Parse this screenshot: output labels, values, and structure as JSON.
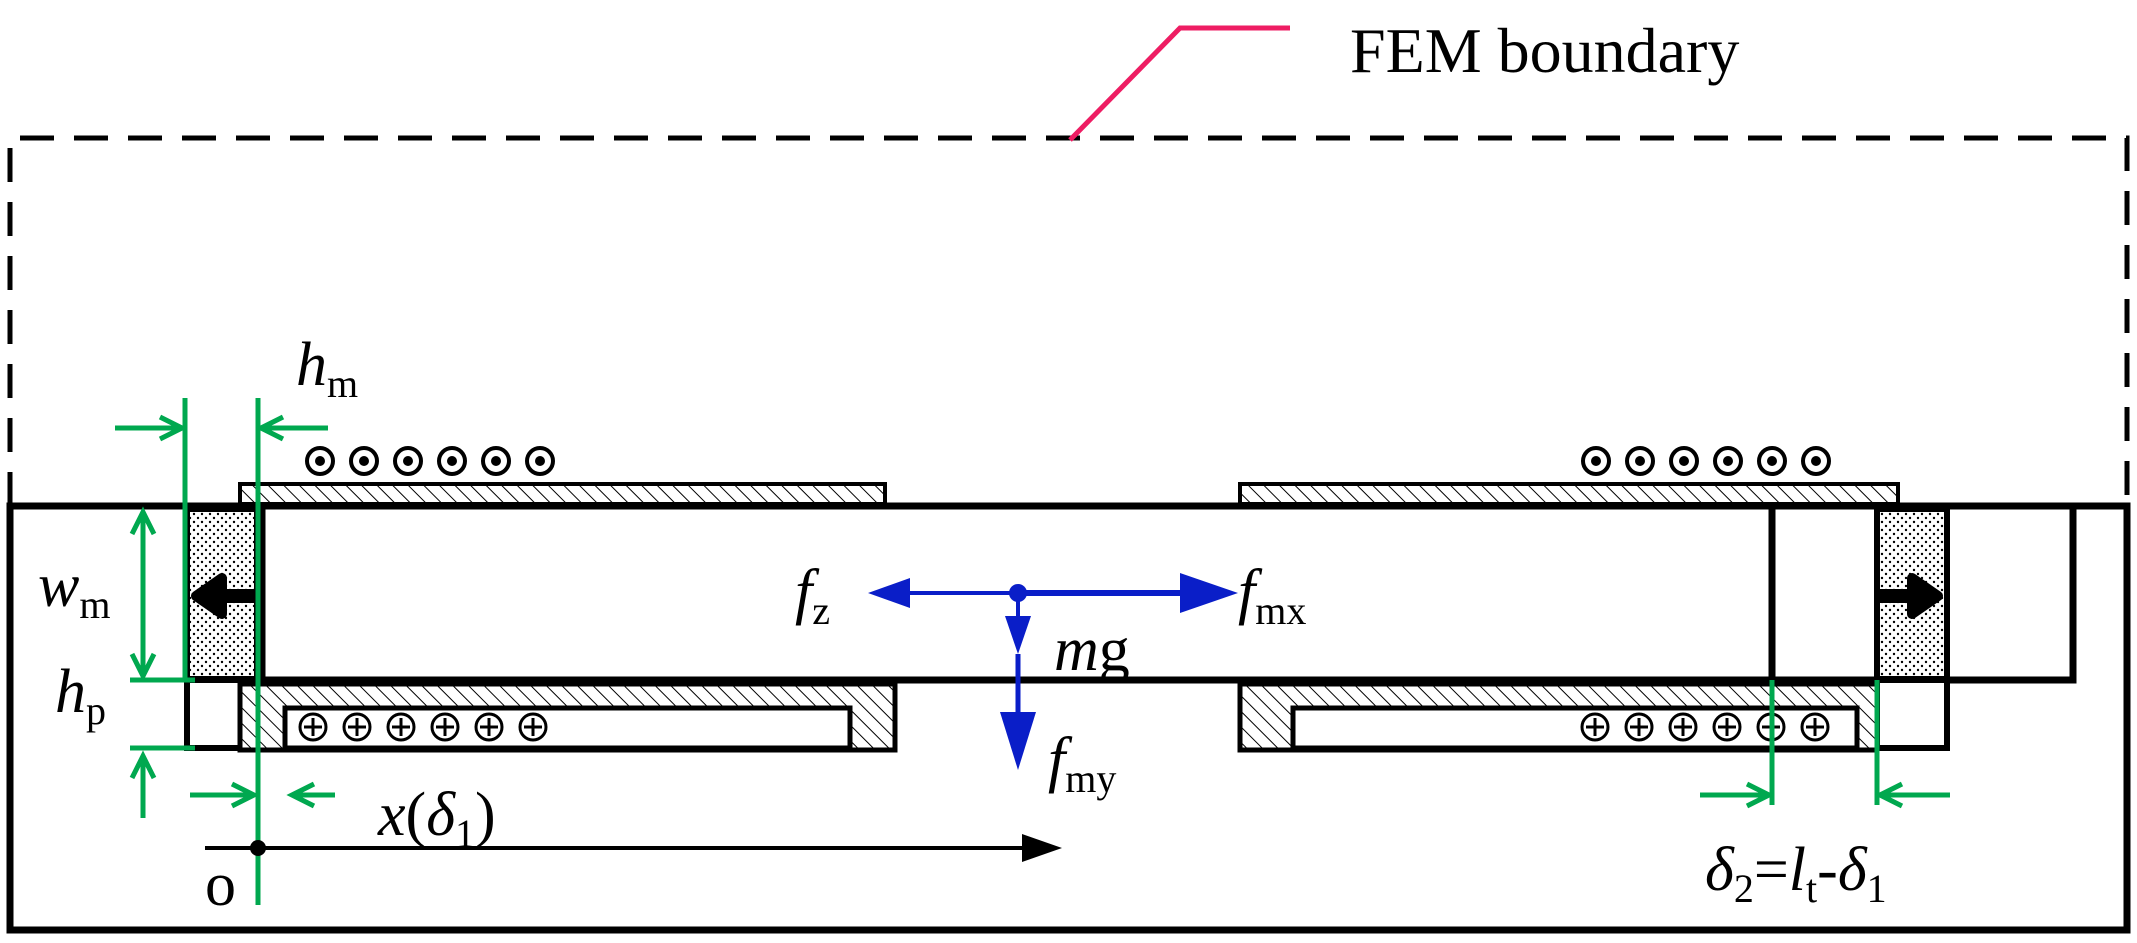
{
  "boundary": {
    "label": "FEM boundary",
    "leader_color": "#ee1d63"
  },
  "colors": {
    "dimension": "#00a84f",
    "force": "#0a1ec8",
    "outline": "#000000"
  },
  "dimensions": {
    "hm": {
      "symbol": "h",
      "sub": "m"
    },
    "wm": {
      "symbol": "w",
      "sub": "m"
    },
    "hp": {
      "symbol": "h",
      "sub": "p"
    },
    "x": {
      "symbol": "x",
      "open": "(",
      "delta": "δ",
      "sub": "1",
      "close": ")"
    },
    "delta2": {
      "d2": "δ",
      "d2_sub": "2",
      "eq": "=",
      "l": "l",
      "l_sub": "t",
      "minus": "-",
      "d1": "δ",
      "d1_sub": "1"
    }
  },
  "origin": {
    "label": "o"
  },
  "forces": {
    "fz": {
      "symbol": "f",
      "sub": "z"
    },
    "fmx": {
      "symbol": "f",
      "sub": "mx"
    },
    "fmy": {
      "symbol": "f",
      "sub": "my"
    },
    "mg": {
      "m": "m",
      "g": "g"
    }
  },
  "icons": {
    "current_out": "dot-circle-icon",
    "current_in": "plus-circle-icon"
  }
}
